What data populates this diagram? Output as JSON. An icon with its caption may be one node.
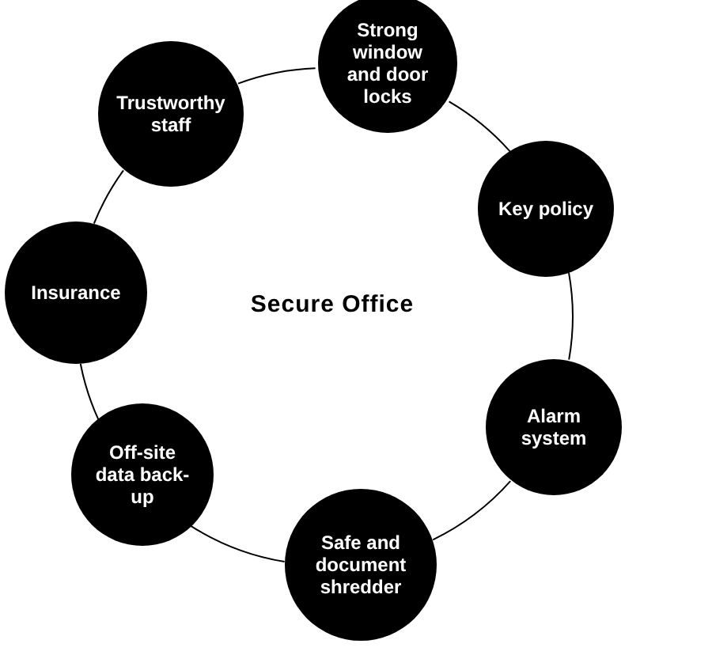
{
  "diagram": {
    "nodes": [
      {
        "text": [
          "Trustworthy staff"
        ]
      },
      {
        "text": [
          "Strong window and door locks"
        ]
      },
      {
        "text": [
          "Key policy"
        ]
      },
      {
        "text": [
          "Alarm system"
        ]
      },
      {
        "text": [
          "Safe and document shredder"
        ]
      },
      {
        "text": [
          "Off-site data back-up"
        ]
      },
      {
        "text": [
          "Insurance"
        ]
      }
    ],
    "edges": [
      {
        "from": 0,
        "to": 1,
        "arrow": "none"
      },
      {
        "from": 1,
        "to": 2,
        "arrow": "none"
      },
      {
        "from": 2,
        "to": 3,
        "arrow": "none"
      },
      {
        "from": 3,
        "to": 4,
        "arrow": "none"
      },
      {
        "from": 4,
        "to": 5,
        "arrow": "none"
      },
      {
        "from": 5,
        "to": 6,
        "arrow": "none"
      },
      {
        "from": 6,
        "to": 0,
        "arrow": "none"
      }
    ],
    "labels": [
      "Secure Office"
    ]
  }
}
